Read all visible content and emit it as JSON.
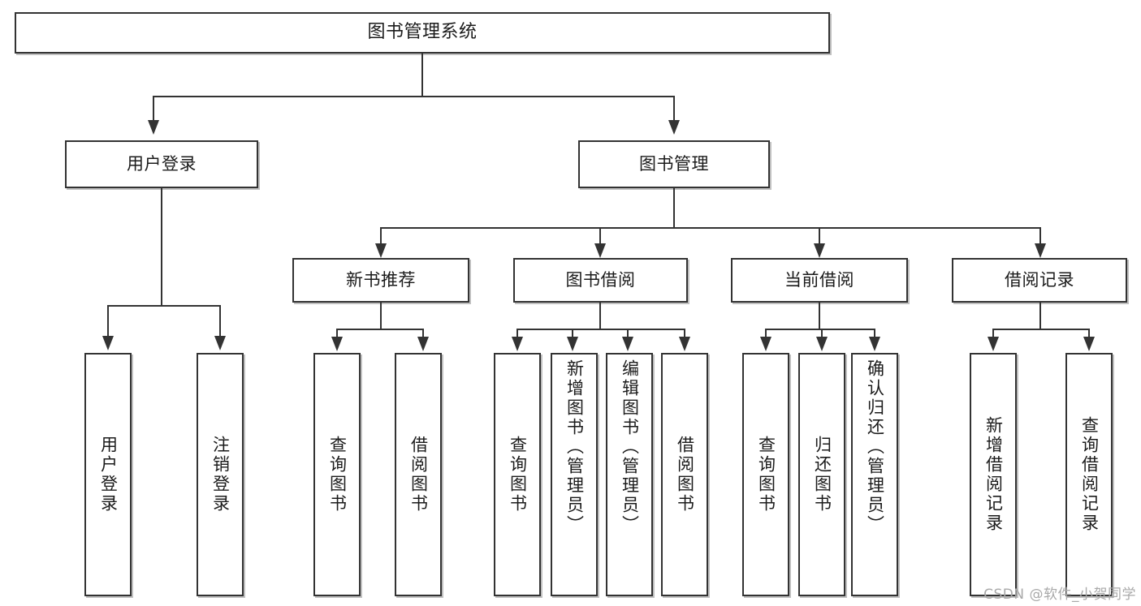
{
  "diagram": {
    "title": "图书管理系统",
    "type": "tree",
    "root": {
      "id": "root",
      "label": "图书管理系统"
    },
    "level2": [
      {
        "id": "user-login",
        "label": "用户登录"
      },
      {
        "id": "book-manage",
        "label": "图书管理"
      }
    ],
    "level3": [
      {
        "id": "new-book-recommend",
        "label": "新书推荐",
        "parent": "book-manage"
      },
      {
        "id": "book-borrow",
        "label": "图书借阅",
        "parent": "book-manage"
      },
      {
        "id": "current-borrow",
        "label": "当前借阅",
        "parent": "book-manage"
      },
      {
        "id": "borrow-record",
        "label": "借阅记录",
        "parent": "book-manage"
      }
    ],
    "leaves": [
      {
        "id": "leaf-user-login",
        "label": "用户登录",
        "parent": "user-login"
      },
      {
        "id": "leaf-logout-login",
        "label": "注销登录",
        "parent": "user-login"
      },
      {
        "id": "leaf-query-book-1",
        "label": "查询图书",
        "parent": "new-book-recommend"
      },
      {
        "id": "leaf-borrow-book-1",
        "label": "借阅图书",
        "parent": "new-book-recommend"
      },
      {
        "id": "leaf-query-book-2",
        "label": "查询图书",
        "parent": "book-borrow"
      },
      {
        "id": "leaf-add-book",
        "label": "新增图书（管理员）",
        "parent": "book-borrow"
      },
      {
        "id": "leaf-edit-book",
        "label": "编辑图书（管理员）",
        "parent": "book-borrow"
      },
      {
        "id": "leaf-borrow-book-2",
        "label": "借阅图书",
        "parent": "book-borrow"
      },
      {
        "id": "leaf-query-book-3",
        "label": "查询图书",
        "parent": "current-borrow"
      },
      {
        "id": "leaf-return-book",
        "label": "归还图书",
        "parent": "current-borrow"
      },
      {
        "id": "leaf-confirm-return",
        "label": "确认归还（管理员）",
        "parent": "current-borrow"
      },
      {
        "id": "leaf-add-record",
        "label": "新增借阅记录",
        "parent": "borrow-record"
      },
      {
        "id": "leaf-query-record",
        "label": "查询借阅记录",
        "parent": "borrow-record"
      }
    ]
  },
  "watermark": {
    "text": "CSDN @软件_小贺同学"
  },
  "colors": {
    "border": "#333333",
    "background": "#ffffff",
    "text": "#1b1b1b",
    "watermark": "#a9a9a9"
  }
}
